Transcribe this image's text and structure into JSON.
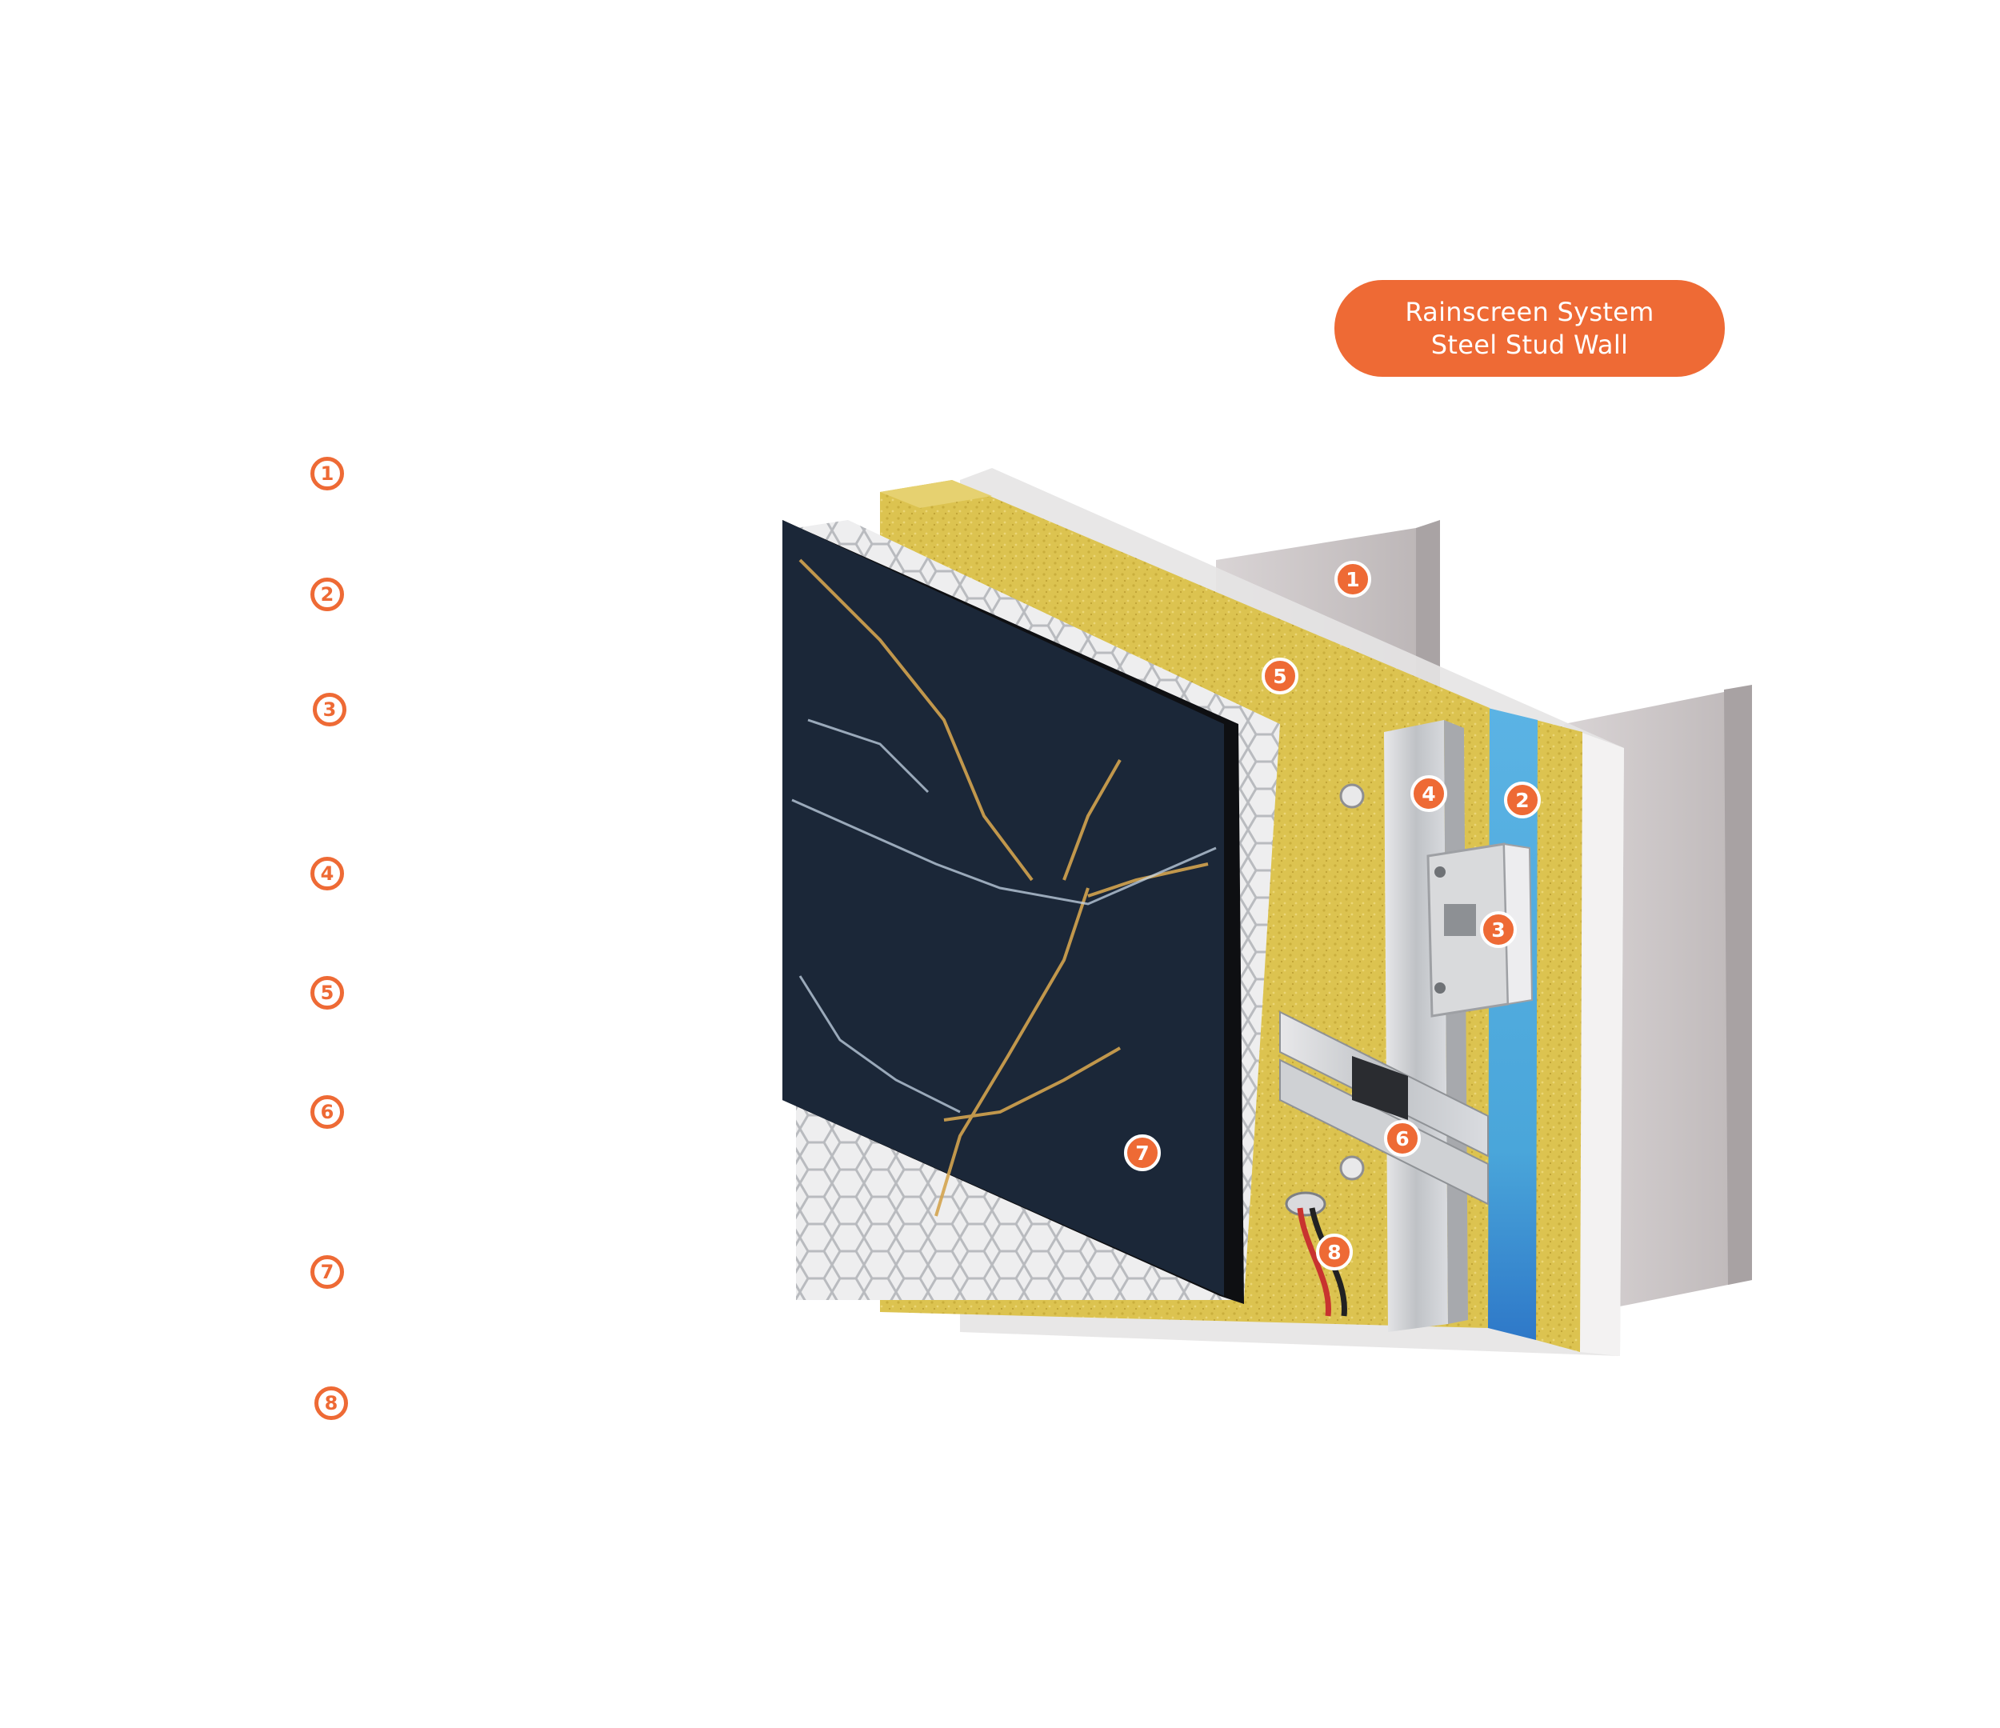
{
  "colors": {
    "accent": "#EE6A35",
    "stud_steel": "#CDC8C9",
    "insulation": "#DCC350",
    "air_barrier": "#4AA6DA",
    "cladding_stone": "#1B2738",
    "stone_veins": "#D4A44F"
  },
  "title": {
    "line1": "Rainscreen System",
    "line2": "Steel Stud Wall"
  },
  "legend": {
    "markers": [
      "1",
      "2",
      "3",
      "4",
      "5",
      "6",
      "7",
      "8"
    ]
  },
  "callouts": [
    "1",
    "2",
    "3",
    "4",
    "5",
    "6",
    "7",
    "8"
  ]
}
